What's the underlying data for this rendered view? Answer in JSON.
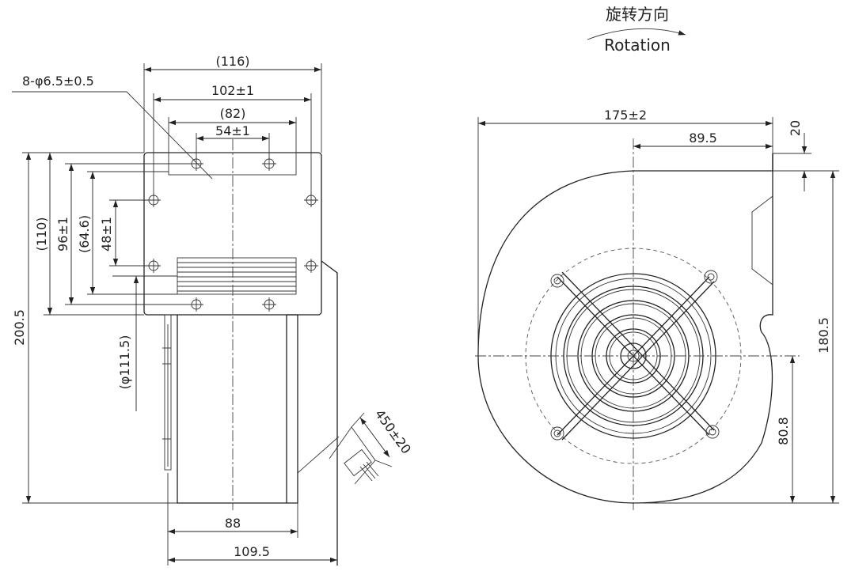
{
  "rotation": {
    "zh": "旋转方向",
    "en": "Rotation"
  },
  "side_view": {
    "dims": {
      "holes": "8-φ6.5±0.5",
      "w116": "(116)",
      "w102": "102±1",
      "w82": "(82)",
      "w54": "54±1",
      "h110": "(110)",
      "h96": "96±1",
      "h64": "(64.6)",
      "h48": "48±1",
      "h200": "200.5",
      "d111": "(φ111.5)",
      "w88": "88",
      "w109": "109.5",
      "cable": "450±20"
    }
  },
  "front_view": {
    "dims": {
      "w175": "175±2",
      "w89": "89.5",
      "h20": "20",
      "h180": "180.5",
      "h80": "80.8"
    }
  }
}
